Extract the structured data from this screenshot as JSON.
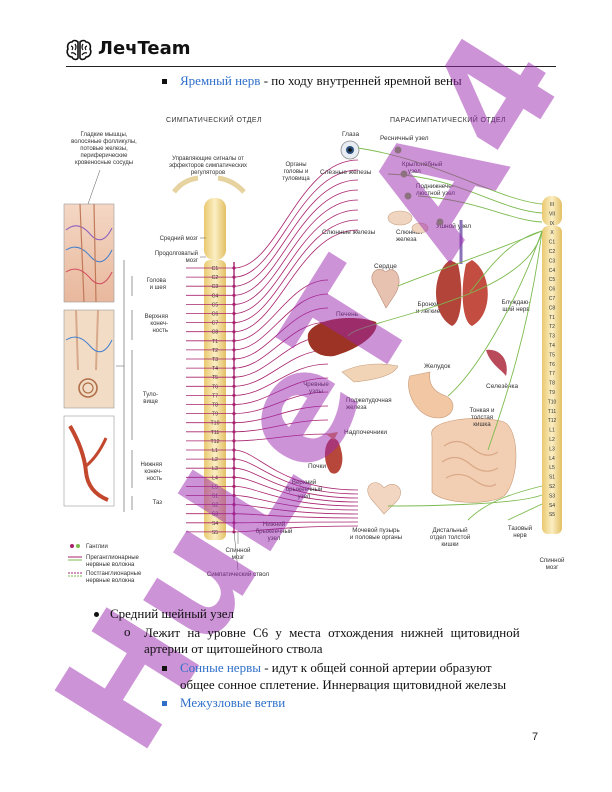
{
  "header": {
    "brand": "ЛечTeam"
  },
  "intro_item": {
    "term": "Яремный нерв",
    "text": " - по ходу внутренней яремной вены"
  },
  "figure": {
    "sympathetic_title": "СИМПАТИЧЕСКИЙ ОТДЕЛ",
    "parasympathetic_title": "ПАРАСИМПАТИЧЕСКИЙ ОТДЕЛ",
    "labels": {
      "smooth": [
        "Гладкие мышцы,",
        "волосяные фолликулы,",
        "потовые железы,",
        "периферические",
        "кровеносные сосуды"
      ],
      "control": [
        "Управляющие сигналы от",
        "эффекторов симпатических",
        "регуляторов"
      ],
      "organs_head": [
        "Органы",
        "головы и",
        "туловища"
      ],
      "eye": "Глаза",
      "ciliary": "Ресничный узел",
      "lacrimal": "Слёзные железы",
      "pterygo": [
        "Крылонёбный",
        "узел"
      ],
      "submandib": [
        "Поднижнече-",
        "люстной узел"
      ],
      "salivary": "Слюнные железы",
      "salivary2": [
        "Слюнная",
        "железа"
      ],
      "otic": "Ушной узел",
      "midbrain": "Средний мозг",
      "medulla": [
        "Продолговатый",
        "мозг"
      ],
      "head_neck": [
        "Голова",
        "и шея"
      ],
      "upper_limb": [
        "Верхняя",
        "конеч-",
        "ность"
      ],
      "trunk": [
        "Туло-",
        "вище"
      ],
      "lower_limb": [
        "Нижняя",
        "конеч-",
        "ность"
      ],
      "pelvis": "Таз",
      "heart": "Сердце",
      "bronchi": [
        "Бронхи",
        "и лёгкие"
      ],
      "vagus": [
        "Блуждаю-",
        "щий нерв"
      ],
      "liver": "Печень",
      "stomach": "Желудок",
      "spleen": "Селезёнка",
      "celiac": [
        "Чревные",
        "узлы"
      ],
      "pancreas": [
        "Поджелудочная",
        "железа"
      ],
      "intestine": [
        "Тонкая и",
        "толстая",
        "кишка"
      ],
      "adrenal": "Надпочечники",
      "kidneys": "Почки",
      "sup_mesent": [
        "Верхний",
        "брыжеечный",
        "узел"
      ],
      "inf_mesent": [
        "Нижний",
        "брыжеечный",
        "узел"
      ],
      "bladder": [
        "Мочевой пузырь",
        "и половые органы"
      ],
      "distal_colon": [
        "Дистальный",
        "отдел толстой",
        "кишки"
      ],
      "pelvic_nerve": [
        "Тазовый",
        "нерв"
      ],
      "spinal_cord": [
        "Спинной",
        "мозг"
      ],
      "spinal_cord_r": [
        "Спинной",
        "мозг"
      ],
      "symp_trunk": "Симпатический ствол",
      "legend": {
        "ganglia": "Ганглии",
        "pre": [
          "Преганглионарные",
          "нервные волокна"
        ],
        "post": [
          "Постганглионарные",
          "нервные волокна"
        ]
      }
    },
    "segments_left": [
      "C1",
      "C2",
      "C3",
      "C4",
      "C5",
      "C6",
      "C7",
      "C8",
      "T1",
      "T2",
      "T3",
      "T4",
      "T5",
      "T6",
      "T7",
      "T8",
      "T9",
      "T10",
      "T11",
      "T12",
      "L1",
      "L2",
      "L3",
      "L4",
      "L5",
      "S1",
      "S2",
      "S3",
      "S4",
      "S5"
    ],
    "segments_right": [
      "III",
      "VII",
      "IX",
      "X",
      "C1",
      "C2",
      "C3",
      "C4",
      "C5",
      "C6",
      "C7",
      "C8",
      "T1",
      "T2",
      "T3",
      "T4",
      "T5",
      "T6",
      "T7",
      "T8",
      "T9",
      "T10",
      "T11",
      "T12",
      "L1",
      "L2",
      "L3",
      "L4",
      "L5",
      "S1",
      "S2",
      "S3",
      "S4",
      "S5"
    ],
    "colors": {
      "sympathetic": "#a8236e",
      "parasympathetic": "#7dbb4f",
      "spine": "#f6df9e"
    }
  },
  "list": {
    "item1": "Средний шейный узел",
    "sub1_line1": "Лежит на уровне С6 у места отхождения нижней щитовидной",
    "sub1_line2": "артерии от щитошейного ствола",
    "sub_item1_term": "Сонные нервы",
    "sub_item1_line1": " - идут к общей сонной артерии образуют",
    "sub_item1_line2": "общее сонное сплетение. Иннервация щитовидной железы",
    "sub_item2_term": "Межузловые ветви"
  },
  "watermark": {
    "text": "HuLeT A4",
    "color": "#9c27b0"
  },
  "page": {
    "number": "7"
  }
}
